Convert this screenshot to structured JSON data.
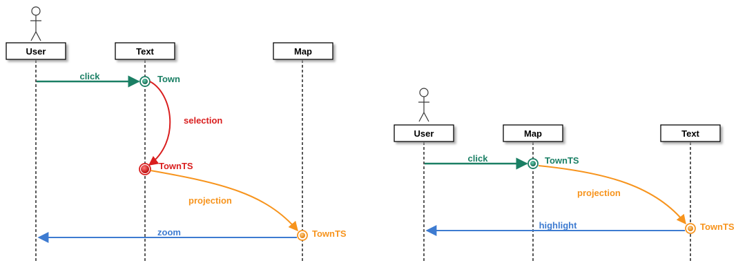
{
  "colors": {
    "click": "#1a7f64",
    "selection": "#d91e1e",
    "projection": "#f7941d",
    "feedback": "#3d7bd1",
    "box_shadow": "#999999"
  },
  "diagrams": [
    {
      "actor": "User",
      "objects": [
        "User",
        "Text",
        "Map"
      ],
      "messages": {
        "click": "click",
        "selection": "selection",
        "projection": "projection",
        "zoom": "zoom"
      },
      "states": {
        "click_target": "Town",
        "selected": "TownTS",
        "projected": "TownTS"
      }
    },
    {
      "actor": "User",
      "objects": [
        "User",
        "Map",
        "Text"
      ],
      "messages": {
        "click": "click",
        "projection": "projection",
        "highlight": "highlight"
      },
      "states": {
        "click_target": "TownTS",
        "projected": "TownTS"
      }
    }
  ]
}
